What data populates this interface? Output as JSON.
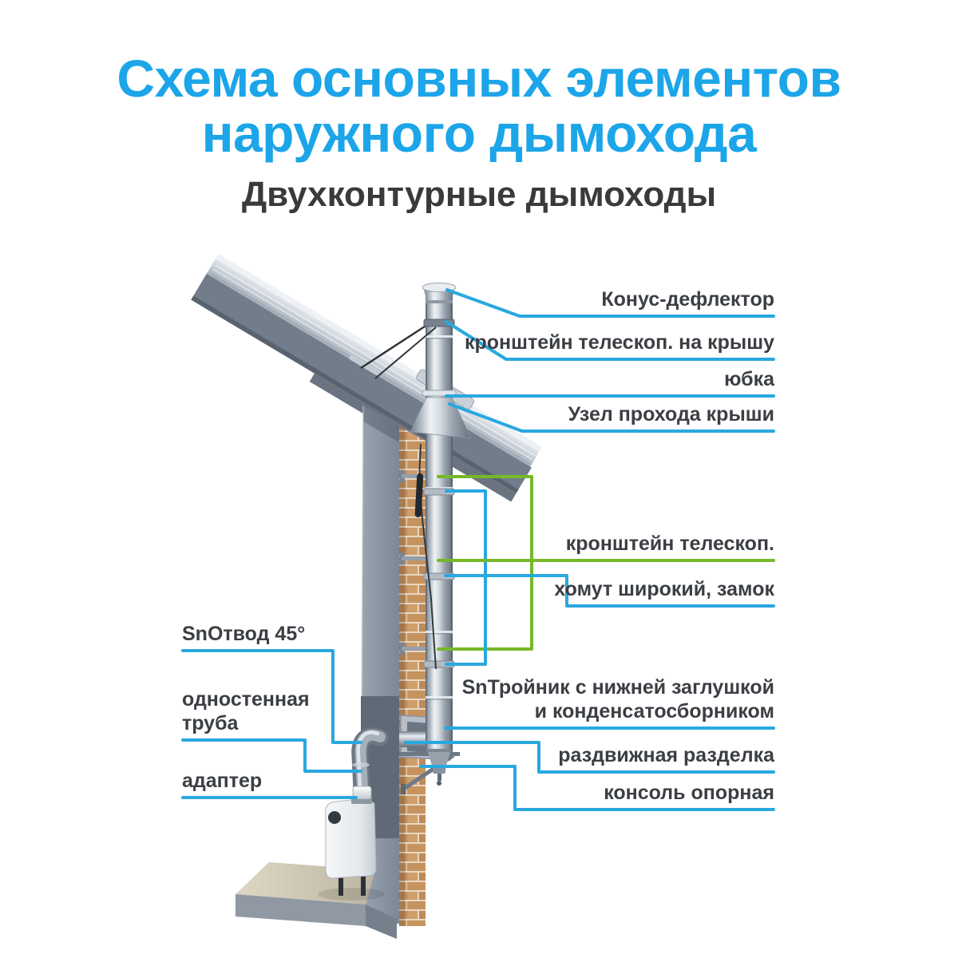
{
  "header": {
    "title": "Схема основных элементов\nнаружного дымохода",
    "subtitle": "Двухконтурные дымоходы"
  },
  "colors": {
    "title_blue": "#1CA5E8",
    "leader_blue": "#29A8E0",
    "leader_green": "#76B82A",
    "label_text": "#3B3F44"
  },
  "labels": {
    "right": [
      {
        "id": "konus",
        "text": "Конус-дефлектор"
      },
      {
        "id": "kron_roof",
        "text": "кронштейн телескоп. на крышу"
      },
      {
        "id": "yubka",
        "text": "юбка"
      },
      {
        "id": "uzel",
        "text": "Узел прохода крыши"
      },
      {
        "id": "kron",
        "text": "кронштейн телескоп."
      },
      {
        "id": "khomut",
        "text": "хомут широкий, замок"
      },
      {
        "id": "troynik",
        "text": "SnТройник с нижней заглушкой\nи конденсатосборником"
      },
      {
        "id": "razdelka",
        "text": "раздвижная разделка"
      },
      {
        "id": "konsol",
        "text": "консоль опорная"
      }
    ],
    "left": [
      {
        "id": "otvod",
        "text": "SnОтвод 45°"
      },
      {
        "id": "truba",
        "text": "одностенная\nтруба"
      },
      {
        "id": "adapter",
        "text": "адаптер"
      }
    ]
  }
}
